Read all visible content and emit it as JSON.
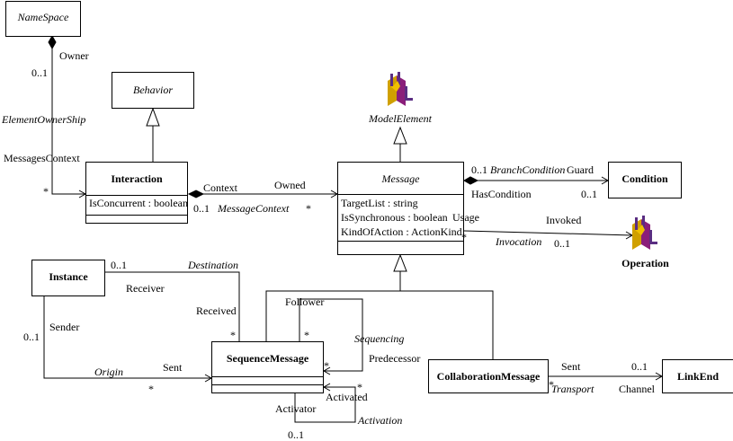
{
  "classes": {
    "namespace": {
      "name": "NameSpace"
    },
    "behavior": {
      "name": "Behavior"
    },
    "interaction": {
      "name": "Interaction",
      "attributes": [
        "IsConcurrent : boolean"
      ]
    },
    "message": {
      "name": "Message",
      "attributes": [
        "TargetList : string",
        "IsSynchronous : boolean",
        "KindOfAction : ActionKind"
      ]
    },
    "condition": {
      "name": "Condition"
    },
    "instance": {
      "name": "Instance"
    },
    "sequence_message": {
      "name": "SequenceMessage"
    },
    "collaboration_message": {
      "name": "CollaborationMessage"
    },
    "link_end": {
      "name": "LinkEnd"
    }
  },
  "icons": {
    "model_element": {
      "name": "ModelElement",
      "icon": "uml-logo-icon"
    },
    "operation": {
      "name": "Operation",
      "icon": "uml-logo-icon"
    }
  },
  "labels": {
    "owner": "Owner",
    "ns_mult": "0..1",
    "element_ownership": "ElementOwnerShip",
    "messages_context": "MessagesContext",
    "interaction_star": "*",
    "context": "Context",
    "owned": "Owned",
    "context_mult": "0..1",
    "message_context": "MessageContext",
    "message_star": "*",
    "guard_mult": "0..1",
    "branch_condition": "BranchCondition",
    "guard": "Guard",
    "has_condition": "HasCondition",
    "condition_mult": "0..1",
    "usage": "Usage",
    "invoked": "Invoked",
    "usage_star": "*",
    "invocation": "Invocation",
    "operation_mult": "0..1",
    "instance_mult": "0..1",
    "destination": "Destination",
    "receiver": "Receiver",
    "received": "Received",
    "received_star": "*",
    "sender": "Sender",
    "sender_mult": "0..1",
    "origin": "Origin",
    "sent_left": "Sent",
    "sent_left_star": "*",
    "follower": "Follower",
    "follower_star": "*",
    "sequencing": "Sequencing",
    "predecessor": "Predecessor",
    "predecessor_star": "*",
    "activated": "Activated",
    "activated_star": "*",
    "activator": "Activator",
    "activation": "Activation",
    "activator_mult": "0..1",
    "sent_right": "Sent",
    "link_mult": "0..1",
    "sent_right_star": "*",
    "transport": "Transport",
    "channel": "Channel"
  }
}
